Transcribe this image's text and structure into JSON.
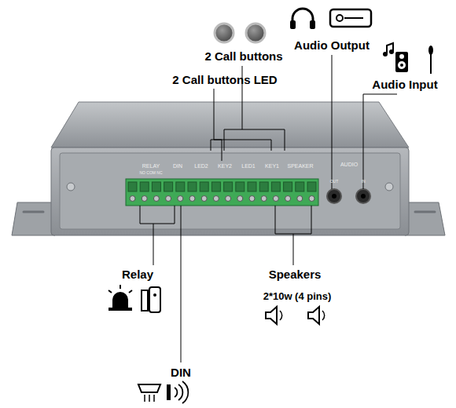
{
  "diagram": {
    "labels": [
      "2 Call buttons",
      "Audio Output",
      "2 Call buttons LED",
      "Audio Input",
      "RELAY",
      "NO COM NC",
      "DIN",
      "LED2",
      "KEY2",
      "LED1",
      "KEY1",
      "SPEAKER",
      "AUDIO",
      "OUT",
      "IN",
      "Relay",
      "Speakers",
      "2*10w (4 pins)",
      "DIN"
    ]
  }
}
